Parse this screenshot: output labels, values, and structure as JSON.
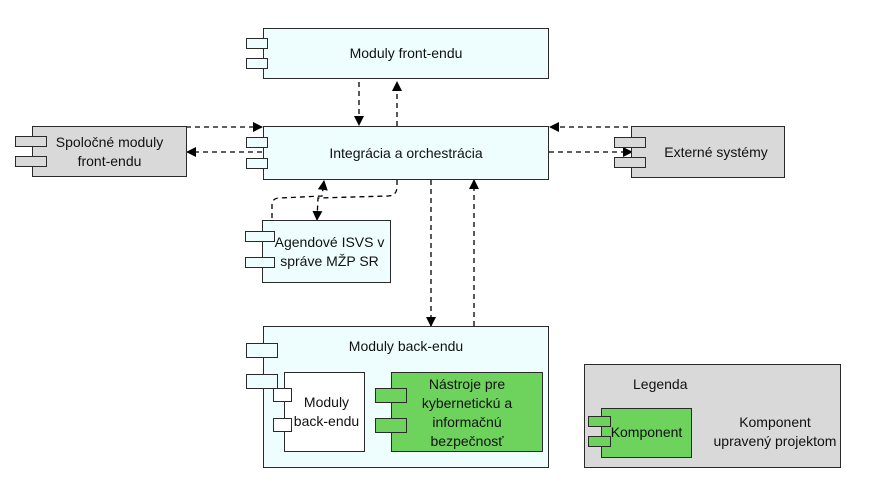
{
  "diagram": {
    "components": {
      "front_end": {
        "label": "Moduly front-endu"
      },
      "integration": {
        "label": "Integrácia a orchestrácia"
      },
      "common_front": {
        "label_line1": "Spoločné moduly",
        "label_line2": "front-endu"
      },
      "external": {
        "label": "Externé systémy"
      },
      "agendove": {
        "label_line1": "Agendové ISVS v",
        "label_line2": "správe MŽP SR"
      },
      "back_end": {
        "label": "Moduly back-endu"
      },
      "back_end_inner": {
        "label_line1": "Moduly",
        "label_line2": "back-endu"
      },
      "security_tools": {
        "label_line1": "Nástroje pre",
        "label_line2": "kybernetickú a",
        "label_line3": "informačnú",
        "label_line4": "bezpečnosť"
      }
    },
    "legend": {
      "title": "Legenda",
      "sample_label": "Komponent",
      "description_line1": "Komponent",
      "description_line2": "upravený projektom"
    },
    "colors": {
      "standard": "#eefdfd",
      "external": "#d9d9d9",
      "modified": "#6dd35c"
    }
  }
}
